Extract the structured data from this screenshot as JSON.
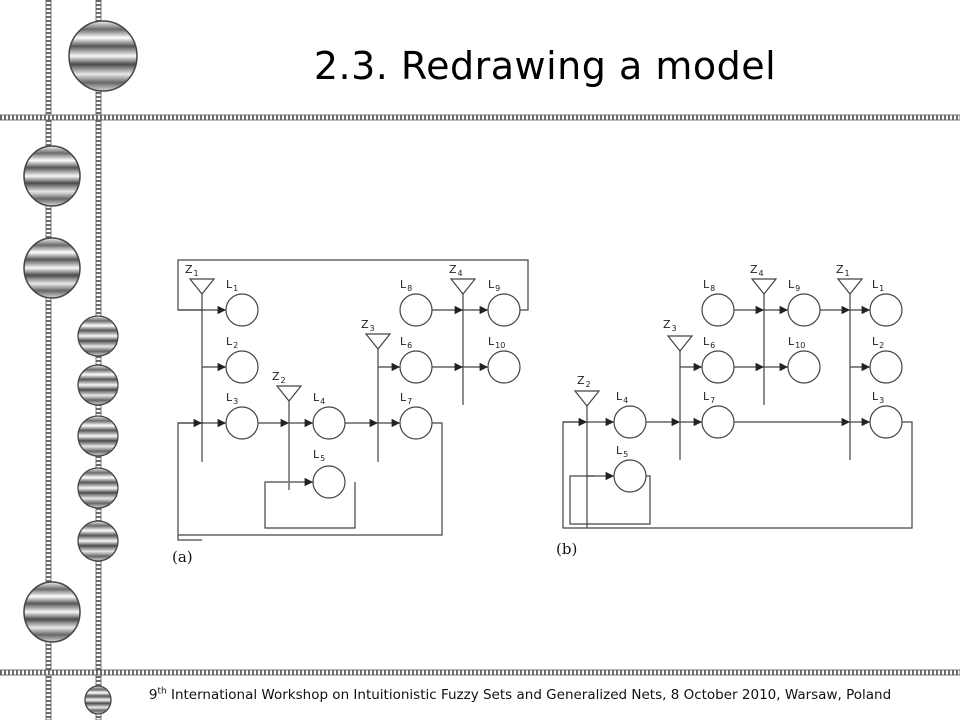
{
  "slide": {
    "title": "2.3. Redrawing a model",
    "footer": {
      "ordinal_number": "9",
      "ordinal_suffix": "th",
      "text": " International Workshop on Intuitionistic Fuzzy Sets and Generalized Nets, 8 October 2010,  Warsaw, Poland"
    }
  },
  "diagrams": [
    {
      "caption": "(a)",
      "transitions": [
        {
          "letter": "Z",
          "index": "1"
        },
        {
          "letter": "Z",
          "index": "2"
        },
        {
          "letter": "Z",
          "index": "3"
        },
        {
          "letter": "Z",
          "index": "4"
        }
      ],
      "places": [
        {
          "letter": "L",
          "index": "1"
        },
        {
          "letter": "L",
          "index": "2"
        },
        {
          "letter": "L",
          "index": "3"
        },
        {
          "letter": "L",
          "index": "4"
        },
        {
          "letter": "L",
          "index": "5"
        },
        {
          "letter": "L",
          "index": "6"
        },
        {
          "letter": "L",
          "index": "7"
        },
        {
          "letter": "L",
          "index": "8"
        },
        {
          "letter": "L",
          "index": "9"
        },
        {
          "letter": "L",
          "index": "10"
        }
      ]
    },
    {
      "caption": "(b)",
      "transitions": [
        {
          "letter": "Z",
          "index": "2"
        },
        {
          "letter": "Z",
          "index": "3"
        },
        {
          "letter": "Z",
          "index": "4"
        },
        {
          "letter": "Z",
          "index": "1"
        }
      ],
      "places": [
        {
          "letter": "L",
          "index": "4"
        },
        {
          "letter": "L",
          "index": "5"
        },
        {
          "letter": "L",
          "index": "6"
        },
        {
          "letter": "L",
          "index": "7"
        },
        {
          "letter": "L",
          "index": "8"
        },
        {
          "letter": "L",
          "index": "9"
        },
        {
          "letter": "L",
          "index": "10"
        },
        {
          "letter": "L",
          "index": "1"
        },
        {
          "letter": "L",
          "index": "2"
        },
        {
          "letter": "L",
          "index": "3"
        }
      ]
    }
  ]
}
